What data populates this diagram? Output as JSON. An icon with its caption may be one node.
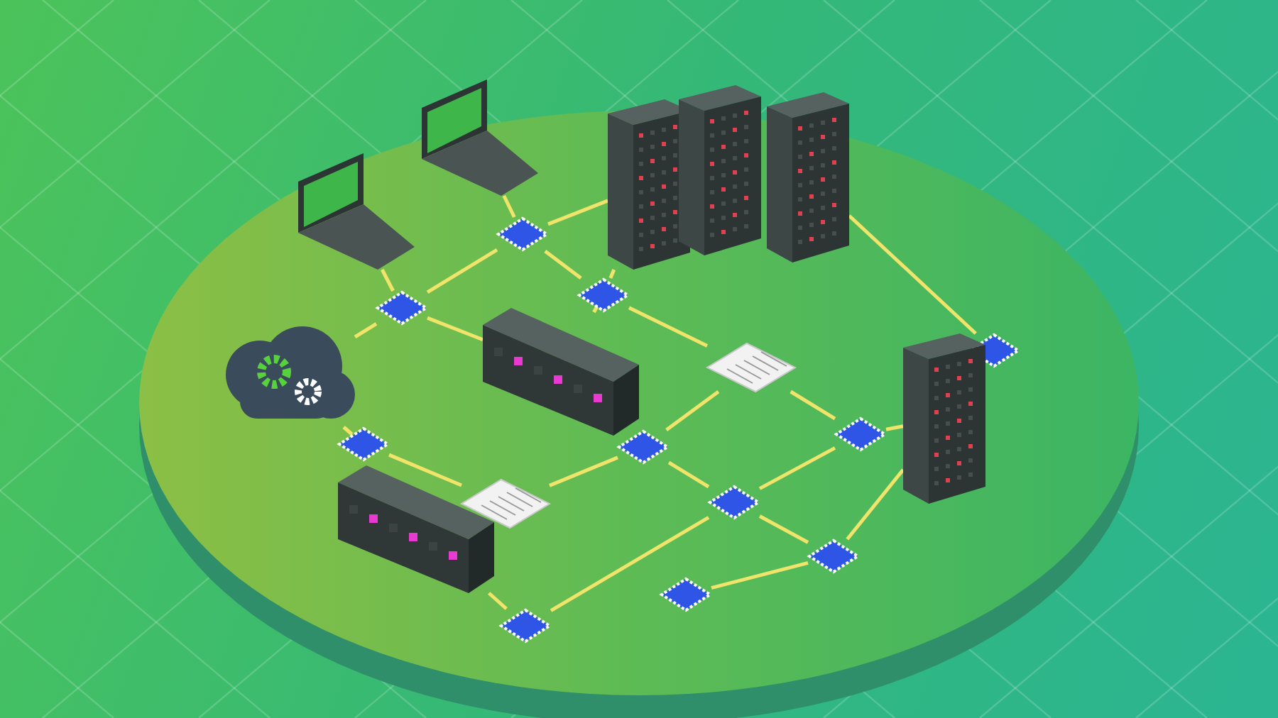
{
  "diagram": {
    "nodes": [
      {
        "text": [],
        "shape": "cloud"
      },
      {
        "text": [],
        "shape": "picture"
      },
      {
        "text": [],
        "shape": "picture"
      },
      {
        "text": [],
        "shape": "picture"
      },
      {
        "text": [],
        "shape": "picture"
      },
      {
        "text": [],
        "shape": "picture"
      },
      {
        "text": [],
        "shape": "diamond"
      },
      {
        "text": [],
        "shape": "diamond"
      },
      {
        "text": [],
        "shape": "diamond"
      },
      {
        "text": [],
        "shape": "diamond"
      },
      {
        "text": [],
        "shape": "picture"
      },
      {
        "text": [],
        "shape": "diamond"
      },
      {
        "text": [],
        "shape": "picture"
      },
      {
        "text": [],
        "shape": "diamond"
      },
      {
        "text": [],
        "shape": "diamond"
      },
      {
        "text": [],
        "shape": "picture"
      },
      {
        "text": [],
        "shape": "picture"
      },
      {
        "text": [],
        "shape": "picture"
      },
      {
        "text": [],
        "shape": "diamond"
      },
      {
        "text": [],
        "shape": "diamond"
      },
      {
        "text": [],
        "shape": "diamond"
      },
      {
        "text": [],
        "shape": "diamond"
      }
    ],
    "edges": [
      {
        "from": 0,
        "to": 6,
        "arrow": "none"
      },
      {
        "from": 1,
        "to": 6,
        "arrow": "none"
      },
      {
        "from": 2,
        "to": 7,
        "arrow": "none"
      },
      {
        "from": 6,
        "to": 7,
        "arrow": "none"
      },
      {
        "from": 7,
        "to": 8,
        "arrow": "none"
      },
      {
        "from": 8,
        "to": 3,
        "arrow": "none"
      },
      {
        "from": 7,
        "to": 3,
        "arrow": "none"
      },
      {
        "from": 5,
        "to": 14,
        "arrow": "none"
      },
      {
        "from": 6,
        "to": 10,
        "arrow": "none"
      },
      {
        "from": 8,
        "to": 10,
        "arrow": "none"
      },
      {
        "from": 8,
        "to": 12,
        "arrow": "none"
      },
      {
        "from": 12,
        "to": 13,
        "arrow": "none"
      },
      {
        "from": 0,
        "to": 9,
        "arrow": "none"
      },
      {
        "from": 9,
        "to": 17,
        "arrow": "none"
      },
      {
        "from": 17,
        "to": 11,
        "arrow": "none"
      },
      {
        "from": 11,
        "to": 12,
        "arrow": "none"
      },
      {
        "from": 11,
        "to": 18,
        "arrow": "none"
      },
      {
        "from": 18,
        "to": 13,
        "arrow": "none"
      },
      {
        "from": 13,
        "to": 15,
        "arrow": "none"
      },
      {
        "from": 18,
        "to": 19,
        "arrow": "none"
      },
      {
        "from": 19,
        "to": 15,
        "arrow": "none"
      },
      {
        "from": 20,
        "to": 18,
        "arrow": "none"
      },
      {
        "from": 16,
        "to": 20,
        "arrow": "none"
      },
      {
        "from": 21,
        "to": 19,
        "arrow": "none"
      }
    ]
  }
}
